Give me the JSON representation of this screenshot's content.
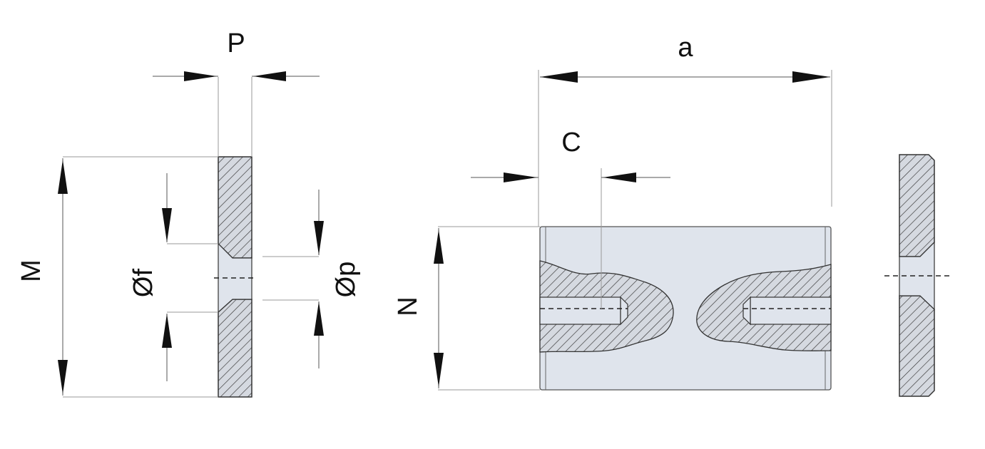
{
  "labels": {
    "P": "P",
    "M": "M",
    "f": "Øf",
    "p": "Øp",
    "a": "a",
    "C": "C",
    "N": "N"
  },
  "colors": {
    "hatch_fill": "#d5d9e0",
    "hatch_line": "#333333",
    "body_fill": "#dfe4ec",
    "text": "#111111"
  }
}
